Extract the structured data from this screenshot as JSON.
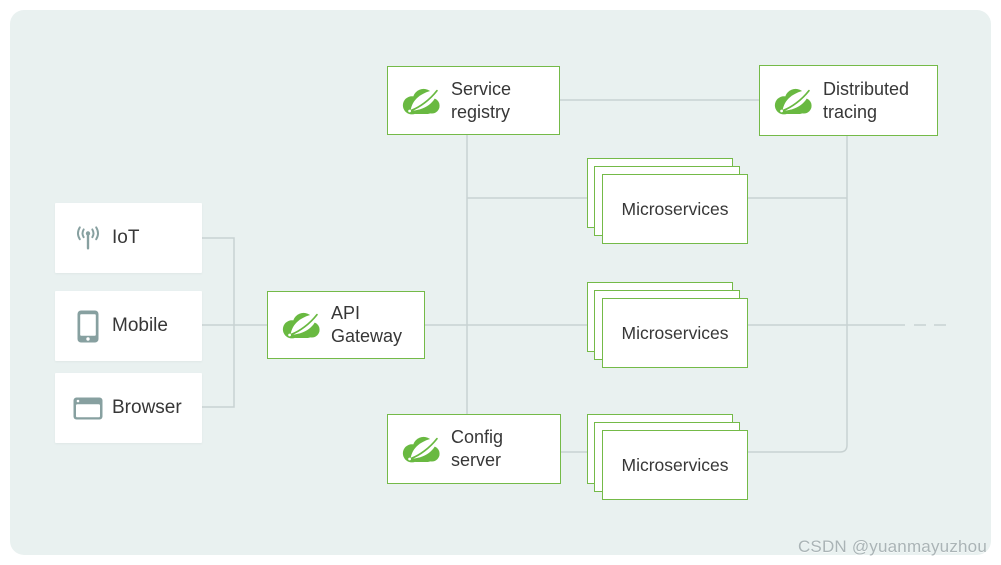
{
  "watermark": "CSDN @yuanmayuzhou",
  "colors": {
    "canvas_background": "#e9f1f0",
    "spring_logo_green": "#69b941",
    "node_border_green": "#74ba48",
    "connector_gray": "#c8d2d2",
    "label_text": "#373737",
    "client_icon_gray": "#87a0a0",
    "watermark_gray": "#aab4b6"
  },
  "nodes": {
    "clients": [
      {
        "label": "IoT",
        "icon": "iot-antenna-icon"
      },
      {
        "label": "Mobile",
        "icon": "mobile-phone-icon"
      },
      {
        "label": "Browser",
        "icon": "browser-window-icon"
      }
    ],
    "api_gateway": {
      "label": "API\nGateway",
      "icon": "spring-cloud-logo-icon"
    },
    "service_registry": {
      "label": "Service\nregistry",
      "icon": "spring-cloud-logo-icon"
    },
    "distributed_tracing": {
      "label": "Distributed\ntracing",
      "icon": "spring-cloud-logo-icon"
    },
    "config_server": {
      "label": "Config\nserver",
      "icon": "spring-cloud-logo-icon"
    },
    "microservice_stacks": [
      {
        "label": "Microservices"
      },
      {
        "label": "Microservices"
      },
      {
        "label": "Microservices"
      }
    ]
  }
}
